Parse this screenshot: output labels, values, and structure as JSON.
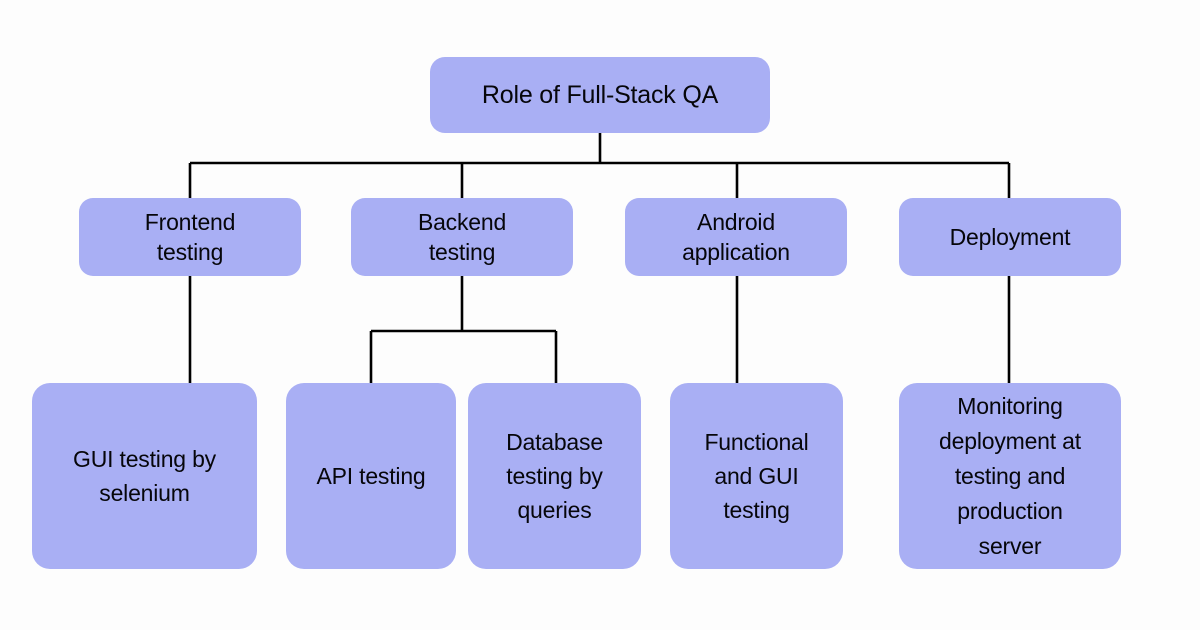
{
  "diagram": {
    "type": "tree-hierarchy",
    "title": "Role of Full-Stack QA",
    "background_color": "#fdfdfd",
    "node_fill_color": "#a9aff4",
    "node_text_color": "#06060a",
    "connector_color": "#000000",
    "root": {
      "id": "root",
      "label": "Role of Full-Stack QA"
    },
    "level2": [
      {
        "id": "frontend",
        "label": "Frontend\ntesting"
      },
      {
        "id": "backend",
        "label": "Backend\ntesting"
      },
      {
        "id": "android",
        "label": "Android\napplication"
      },
      {
        "id": "deployment",
        "label": "Deployment"
      }
    ],
    "level3": [
      {
        "id": "gui-selenium",
        "parent": "frontend",
        "label": "GUI testing by\nselenium"
      },
      {
        "id": "api-testing",
        "parent": "backend",
        "label": "API testing"
      },
      {
        "id": "db-queries",
        "parent": "backend",
        "label": "Database\ntesting by\nqueries"
      },
      {
        "id": "functional-gui",
        "parent": "android",
        "label": "Functional\nand GUI\ntesting"
      },
      {
        "id": "monitoring",
        "parent": "deployment",
        "label": "Monitoring\ndeployment at\ntesting and\nproduction\nserver"
      }
    ]
  }
}
